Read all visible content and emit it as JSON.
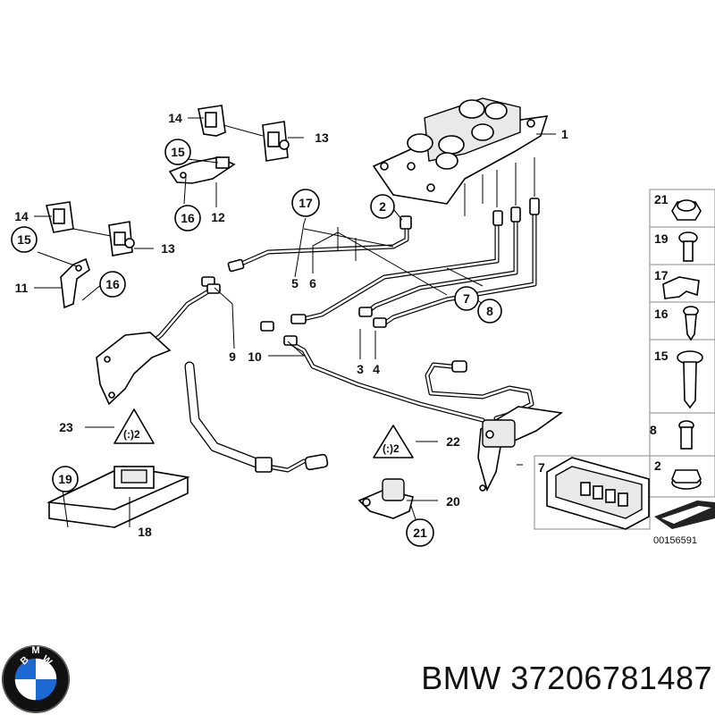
{
  "diagram": {
    "callouts": {
      "n1": "1",
      "n2": "2",
      "n3": "3",
      "n4": "4",
      "n5": "5",
      "n6": "6",
      "n7": "7",
      "n8": "8",
      "n9": "9",
      "n10": "10",
      "n11": "11",
      "n12": "12",
      "n13a": "13",
      "n13b": "13",
      "n14a": "14",
      "n14b": "14",
      "n15a": "15",
      "n15b": "15",
      "n16a": "16",
      "n16b": "16",
      "n17": "17",
      "n18": "18",
      "n19": "19",
      "n20": "20",
      "n21": "21",
      "n22": "22",
      "n23": "23"
    },
    "sidebar": [
      "21",
      "19",
      "17",
      "16",
      "15",
      "8",
      "2",
      "7"
    ],
    "drawing_code": "00156591"
  },
  "branding": {
    "text": "BMW 37206781487",
    "logo_letters": "B M W"
  },
  "colors": {
    "line": "#000000",
    "logo_blue": "#1c69d4",
    "logo_ring": "#111111"
  }
}
